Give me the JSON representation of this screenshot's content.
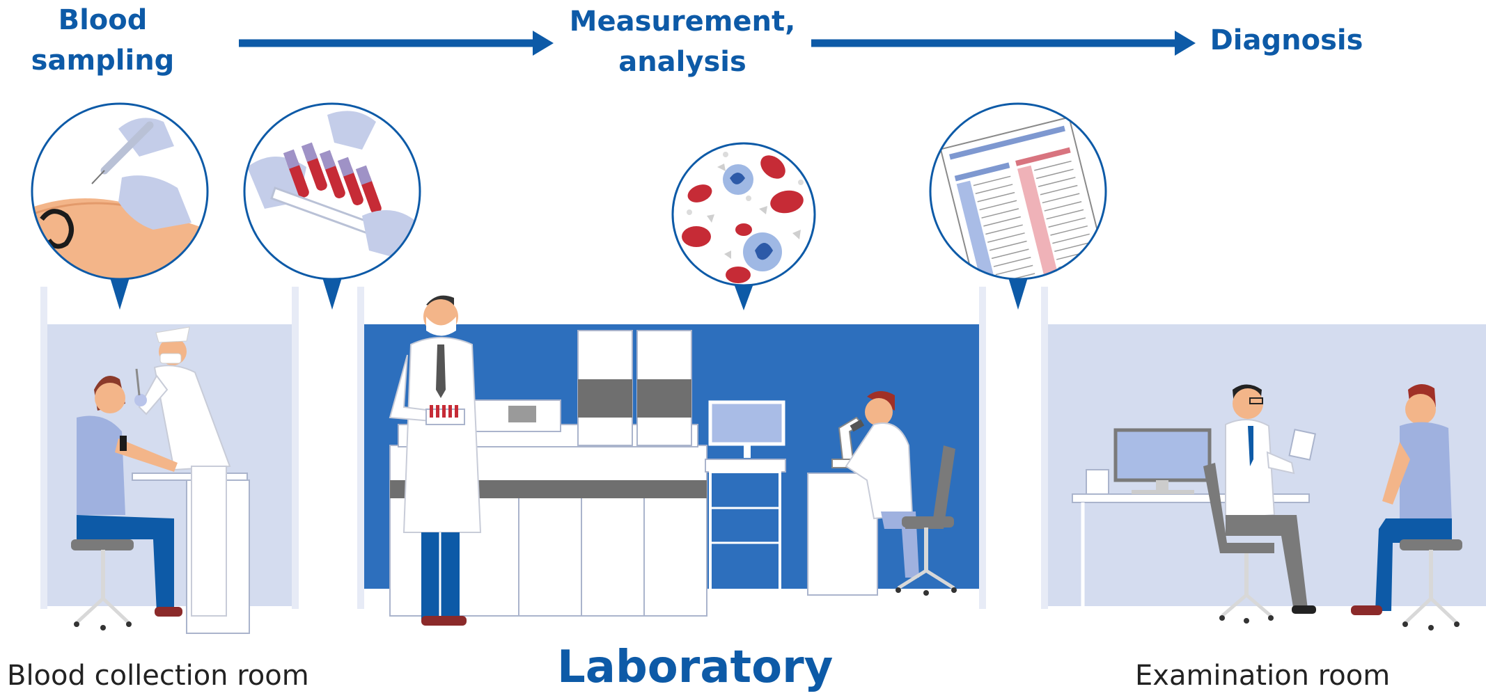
{
  "steps": {
    "blood_sampling": [
      "Blood",
      "sampling"
    ],
    "measurement": [
      "Measurement,",
      "analysis"
    ],
    "diagnosis": "Diagnosis"
  },
  "rooms": {
    "blood_collection": "Blood collection room",
    "laboratory": "Laboratory",
    "examination": "Examination room"
  },
  "colors": {
    "brand_blue": "#0d5aa7",
    "lab_wall": "#2d6fbd",
    "room_wall": "#d4dcef",
    "blood_red": "#c62b36",
    "glove": "#b9c4ea"
  }
}
